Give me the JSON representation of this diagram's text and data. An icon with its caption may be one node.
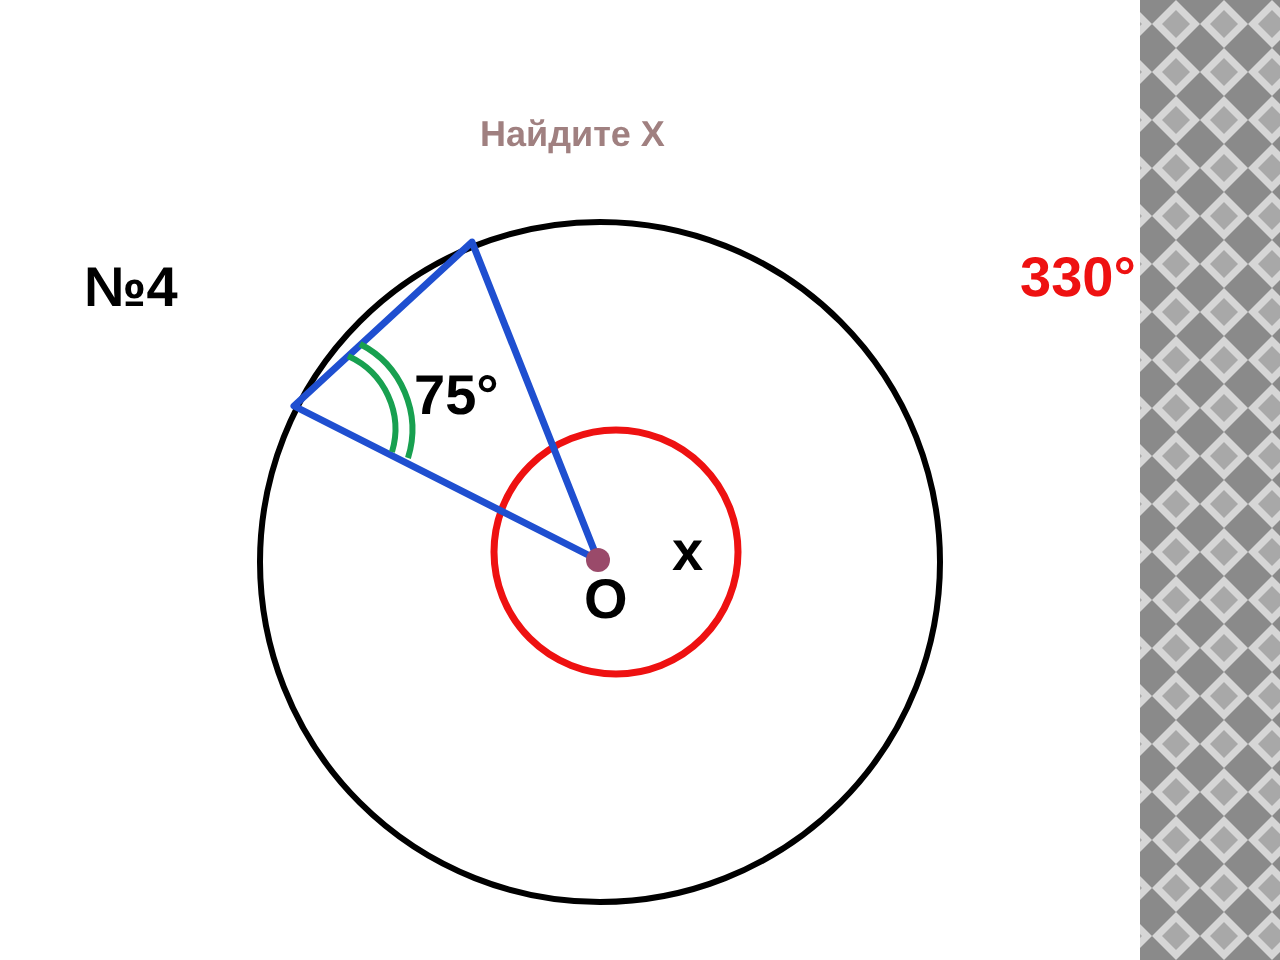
{
  "diagram": {
    "title": "Найдите Х",
    "labels": [
      "№4",
      "330°",
      "75°",
      "x",
      "O"
    ]
  }
}
